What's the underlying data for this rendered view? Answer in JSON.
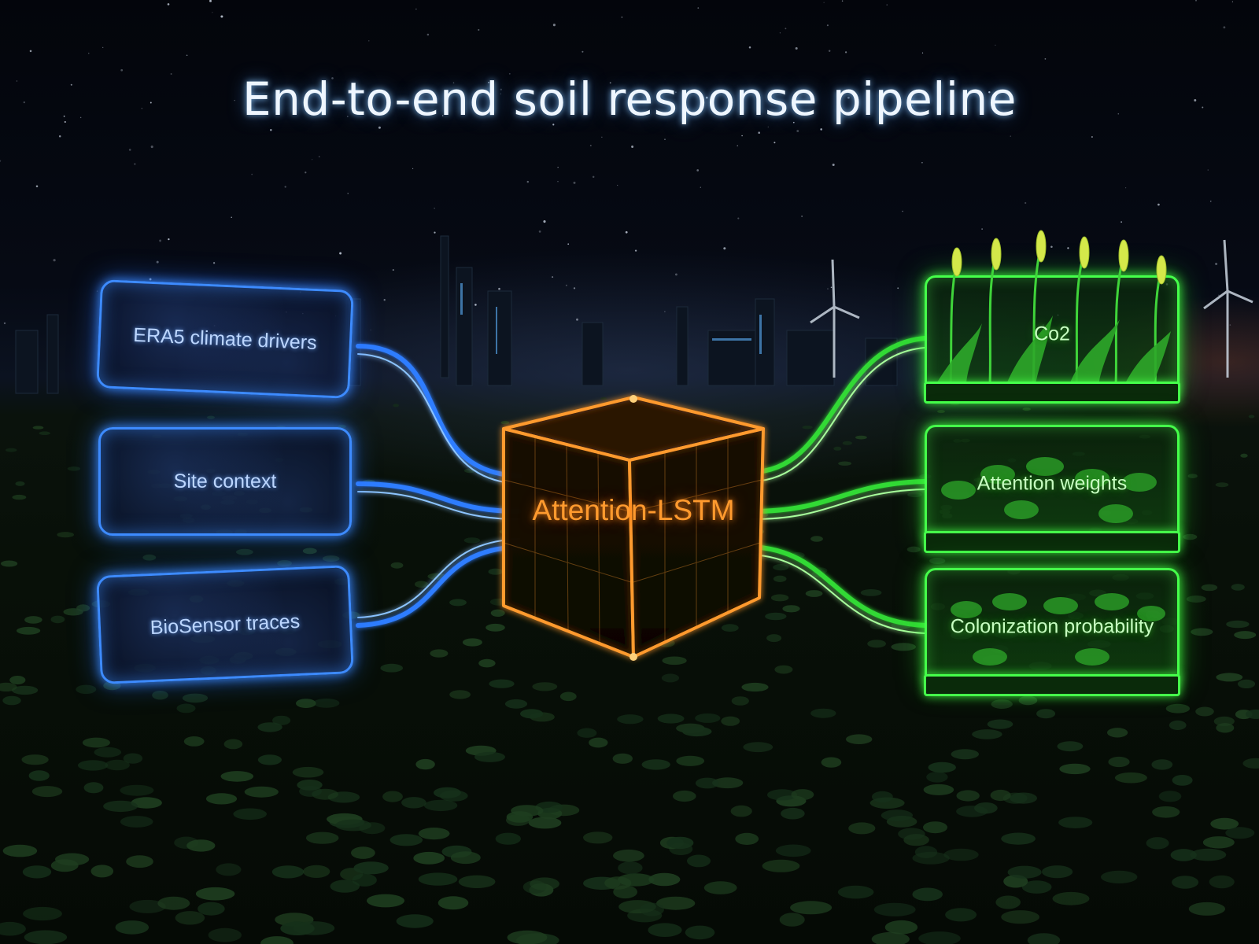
{
  "title": "End-to-end soil response pipeline",
  "inputs": [
    {
      "label": "ERA5 climate drivers"
    },
    {
      "label": "Site context"
    },
    {
      "label": "BioSensor traces"
    }
  ],
  "model": {
    "label": "Attention-LSTM"
  },
  "outputs": [
    {
      "label": "Co2"
    },
    {
      "label": "Attention weights"
    },
    {
      "label": "Colonization probability"
    }
  ],
  "colors": {
    "input_accent": "#3d8bff",
    "model_accent": "#ff9a2e",
    "output_accent": "#45ff4a",
    "title_color": "#eef6ff"
  },
  "icons": {
    "background": "night-field-with-wind-turbines",
    "output_plants": "crop-plant-icon"
  }
}
